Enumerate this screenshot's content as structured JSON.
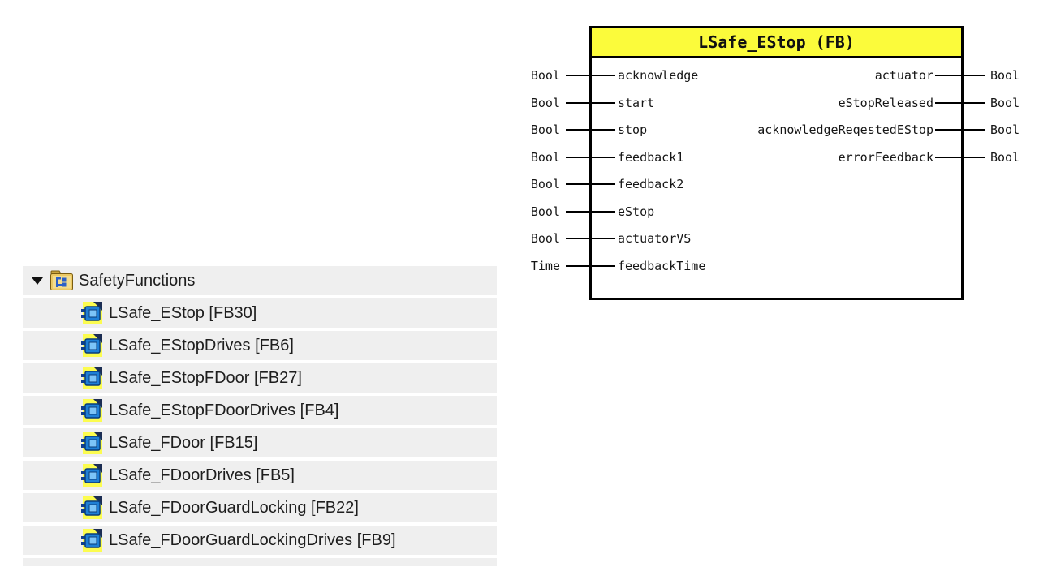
{
  "tree": {
    "root": {
      "label": "SafetyFunctions",
      "expander_state": "expanded",
      "icon": "blocks-folder-icon"
    },
    "items": [
      {
        "label": "LSafe_EStop [FB30]",
        "icon": "function-block-icon"
      },
      {
        "label": "LSafe_EStopDrives [FB6]",
        "icon": "function-block-icon"
      },
      {
        "label": "LSafe_EStopFDoor [FB27]",
        "icon": "function-block-icon"
      },
      {
        "label": "LSafe_EStopFDoorDrives [FB4]",
        "icon": "function-block-icon"
      },
      {
        "label": "LSafe_FDoor [FB15]",
        "icon": "function-block-icon"
      },
      {
        "label": "LSafe_FDoorDrives [FB5]",
        "icon": "function-block-icon"
      },
      {
        "label": "LSafe_FDoorGuardLocking [FB22]",
        "icon": "function-block-icon"
      },
      {
        "label": "LSafe_FDoorGuardLockingDrives [FB9]",
        "icon": "function-block-icon"
      }
    ]
  },
  "block": {
    "title": "LSafe_EStop (FB)",
    "inputs": [
      {
        "type": "Bool",
        "name": "acknowledge"
      },
      {
        "type": "Bool",
        "name": "start"
      },
      {
        "type": "Bool",
        "name": "stop"
      },
      {
        "type": "Bool",
        "name": "feedback1"
      },
      {
        "type": "Bool",
        "name": "feedback2"
      },
      {
        "type": "Bool",
        "name": "eStop"
      },
      {
        "type": "Bool",
        "name": "actuatorVS"
      },
      {
        "type": "Time",
        "name": "feedbackTime"
      }
    ],
    "outputs": [
      {
        "name": "actuator",
        "type": "Bool"
      },
      {
        "name": "eStopReleased",
        "type": "Bool"
      },
      {
        "name": "acknowledgeReqestedEStop",
        "type": "Bool"
      },
      {
        "name": "errorFeedback",
        "type": "Bool"
      }
    ]
  },
  "colors": {
    "block_header_fill": "#fbfb3b",
    "block_border": "#000000",
    "tree_row_background": "#efefef",
    "icon_yellow": "#fcfc4f",
    "icon_blue": "#1e7fd6",
    "icon_navy": "#1c2d52",
    "folder_gold": "#ecc964"
  }
}
